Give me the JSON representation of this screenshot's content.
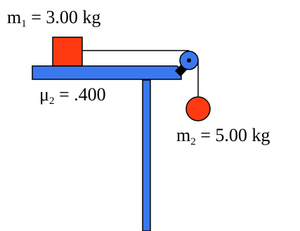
{
  "labels": {
    "m1": {
      "symbol": "m",
      "subscript": "1",
      "text": " = 3.00 kg"
    },
    "mu": {
      "symbol": "μ",
      "subscript": "2",
      "text": " = .400"
    },
    "m2": {
      "symbol": "m",
      "subscript": "2",
      "text": " = 5.00 kg"
    }
  },
  "colors": {
    "table": "#3a78f0",
    "block": "#ff3a12",
    "outline": "#000000",
    "rope": "#000000",
    "bracket": "#000000",
    "background": "#ffffff"
  },
  "icons": {
    "pulley": "pulley-icon",
    "block": "block-m1",
    "hanging_mass": "hanging-mass-m2"
  }
}
